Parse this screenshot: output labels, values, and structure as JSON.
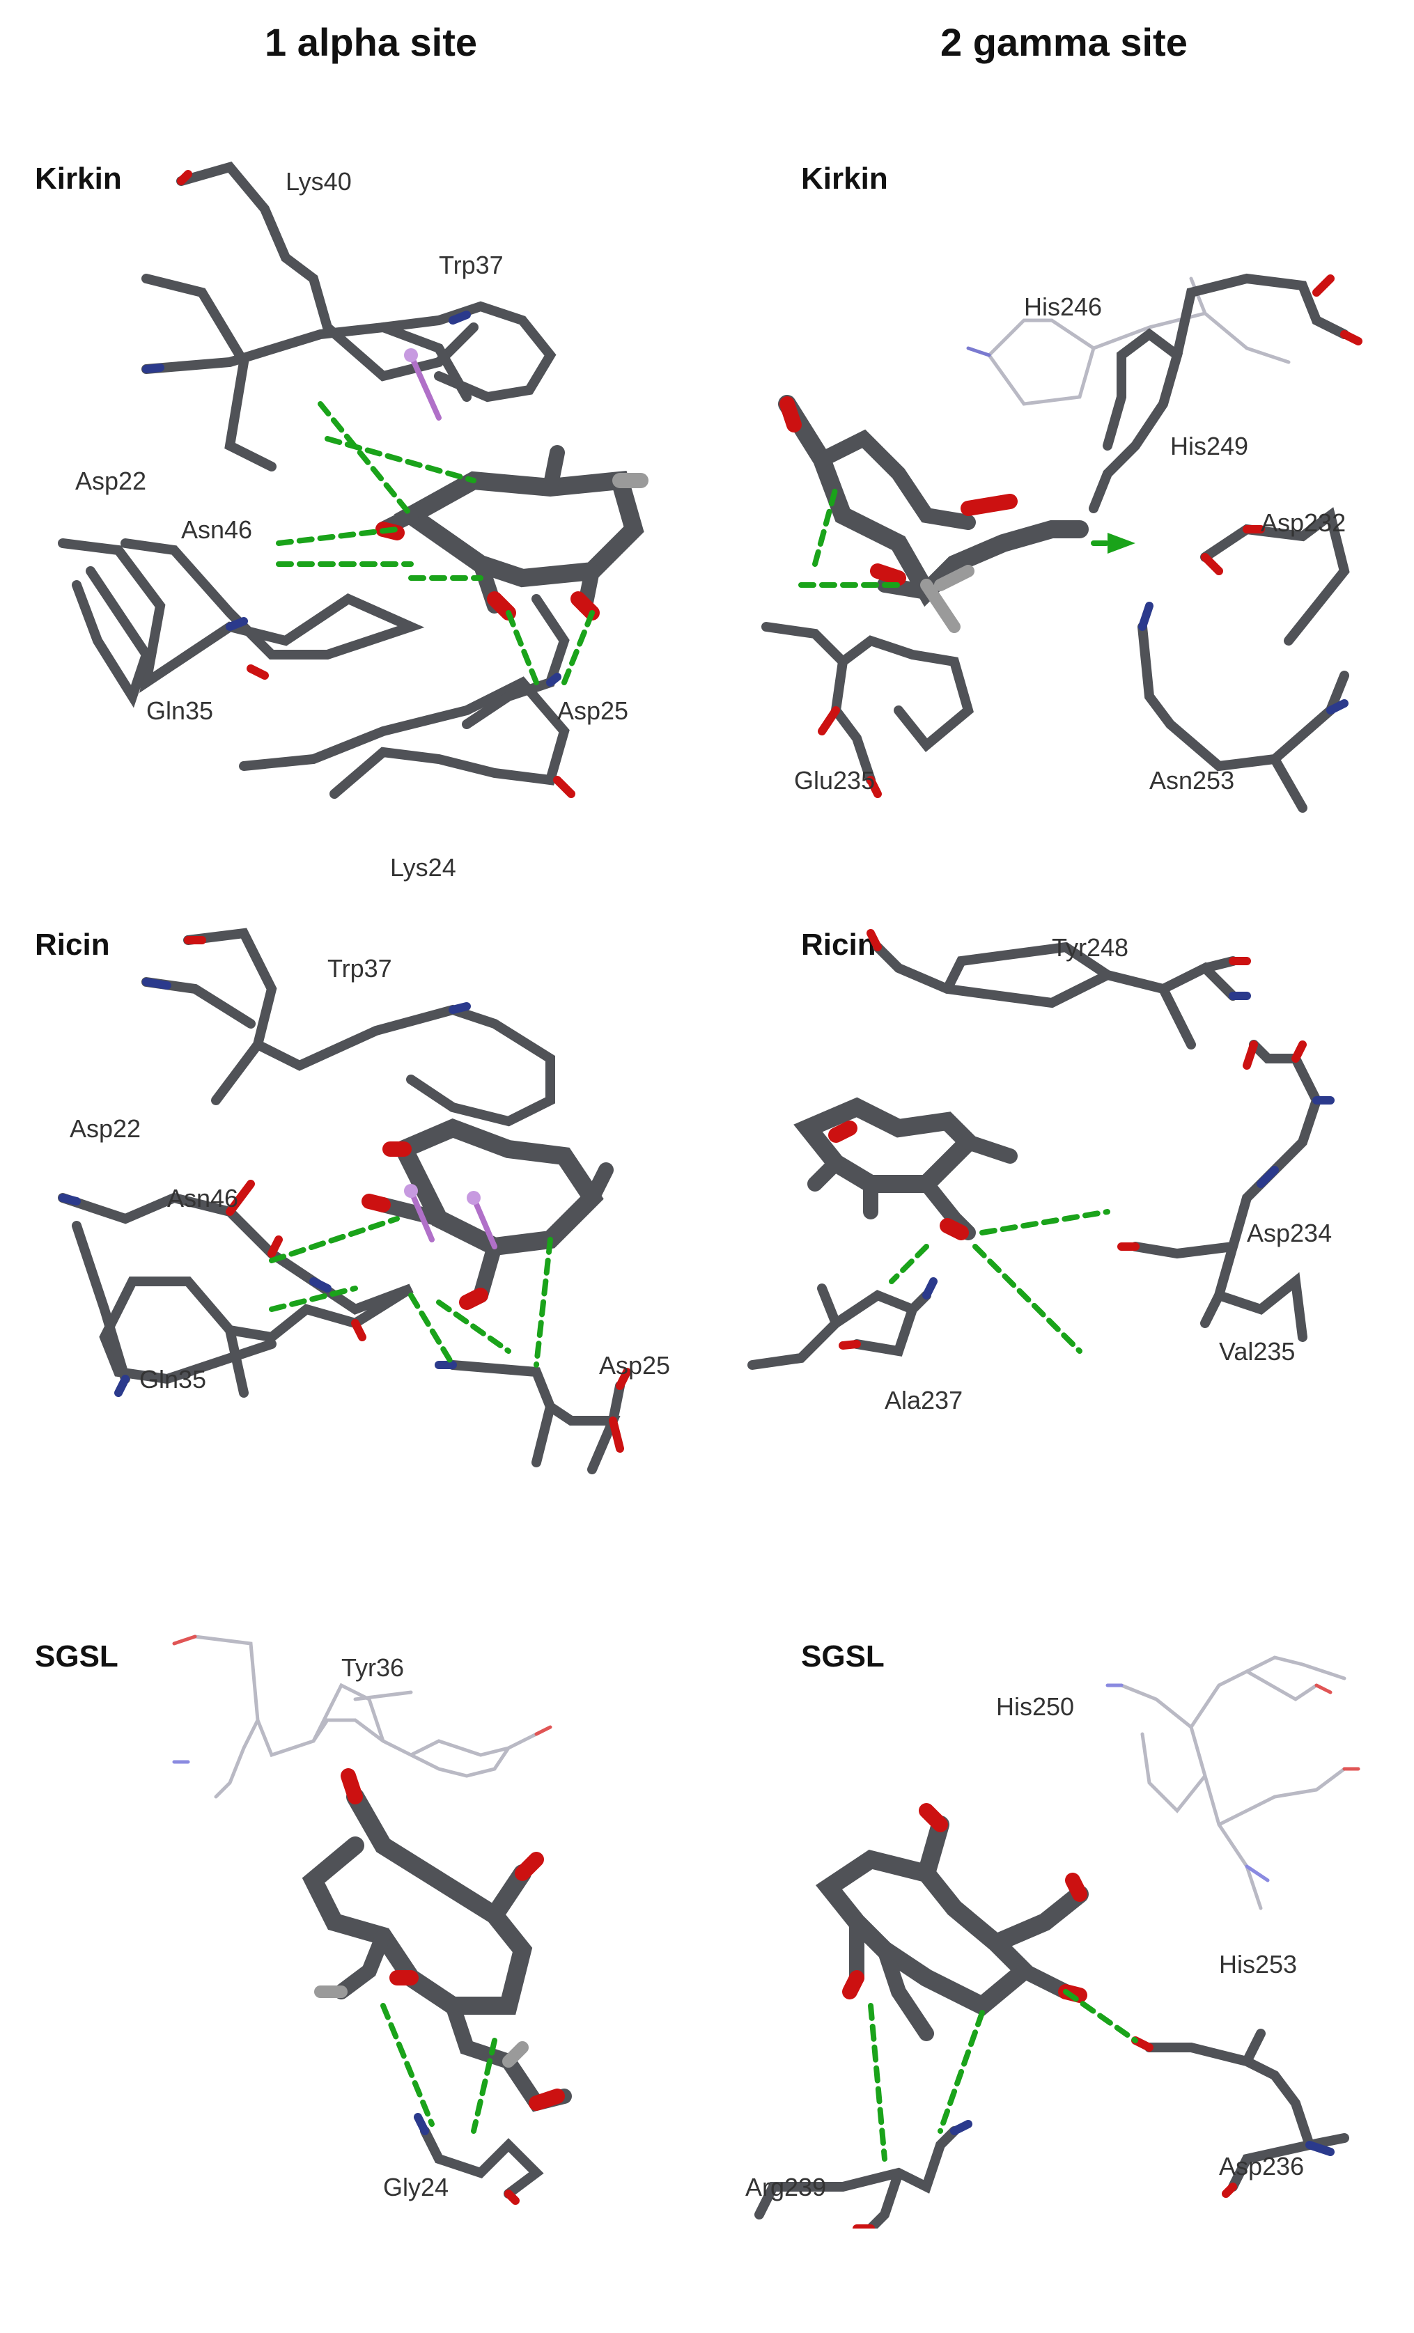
{
  "columns": [
    {
      "title": "1 alpha site"
    },
    {
      "title": "2 gamma site"
    }
  ],
  "panels": {
    "alpha_kirkin": {
      "label": "Kirkin",
      "residues": [
        "Lys40",
        "Trp37",
        "Asp22",
        "Asn46",
        "Gln35",
        "Asp25",
        "Lys24"
      ]
    },
    "gamma_kirkin": {
      "label": "Kirkin",
      "residues": [
        "His246",
        "His249",
        "Asp232",
        "Glu235",
        "Asn253"
      ]
    },
    "alpha_ricin": {
      "label": "Ricin",
      "residues": [
        "Trp37",
        "Asp22",
        "Asn46",
        "Gln35",
        "Asp25"
      ]
    },
    "gamma_ricin": {
      "label": "Ricin",
      "residues": [
        "Tyr248",
        "Asp234",
        "Val235",
        "Ala237"
      ]
    },
    "alpha_sgsl": {
      "label": "SGSL",
      "residues": [
        "Tyr36",
        "Gly24"
      ]
    },
    "gamma_sgsl": {
      "label": "SGSL",
      "residues": [
        "His250",
        "His253",
        "Asp236",
        "Arg239"
      ]
    }
  },
  "colors": {
    "carbon": "#505257",
    "oxygen": "#cc1111",
    "nitrogen": "#2b3a8c",
    "hydrogen": "#9a9a9a",
    "hbond": "#1aa31a",
    "pi": "#b070c8",
    "thin_line": "#b9b9c4"
  }
}
